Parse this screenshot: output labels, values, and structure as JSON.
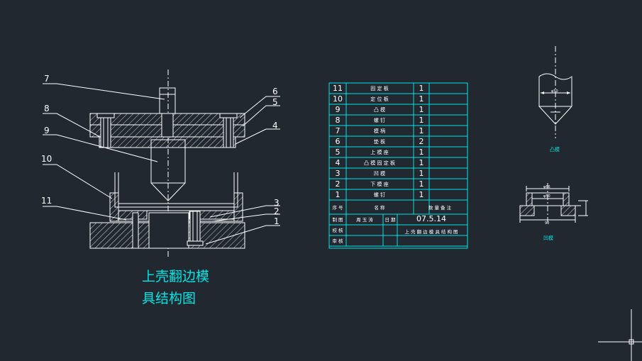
{
  "title_lines": [
    "上壳翻边模",
    "具结构图"
  ],
  "part_callouts": [
    "1",
    "2",
    "3",
    "4",
    "5",
    "6",
    "7",
    "8",
    "9",
    "10",
    "11"
  ],
  "bom_rows": [
    {
      "no": "11",
      "name": "固 定 板",
      "qty": "1"
    },
    {
      "no": "10",
      "name": "定 位 板",
      "qty": "1"
    },
    {
      "no": "9",
      "name": "凸    模",
      "qty": "1"
    },
    {
      "no": "8",
      "name": "螺    钉",
      "qty": "1"
    },
    {
      "no": "7",
      "name": "模    柄",
      "qty": "1"
    },
    {
      "no": "6",
      "name": "垫    板",
      "qty": "2"
    },
    {
      "no": "5",
      "name": "上 模 座",
      "qty": "1"
    },
    {
      "no": "4",
      "name": "凸 模 固 定 板",
      "qty": "1"
    },
    {
      "no": "3",
      "name": "凹    模",
      "qty": "1"
    },
    {
      "no": "2",
      "name": "下 模 座",
      "qty": "1"
    },
    {
      "no": "1",
      "name": "螺    钉",
      "qty": "1"
    }
  ],
  "bom_header": {
    "no": "序 号",
    "name": "名    称",
    "qty": "数 量",
    "note": "备    注"
  },
  "title_block": {
    "r1": [
      "制 图",
      "周 玉 涛",
      "日 期",
      "07.5.14"
    ],
    "r2": [
      "校 核",
      "",
      "",
      "上 壳 翻 边 模 具 结 构 图"
    ],
    "r3": [
      "审 核",
      "",
      "",
      ""
    ]
  },
  "detail_labels": {
    "punch": "凸模",
    "die": "凹模"
  },
  "colors": {
    "background": "#212830",
    "line": "#ffffff",
    "table": "#00e5e5"
  }
}
